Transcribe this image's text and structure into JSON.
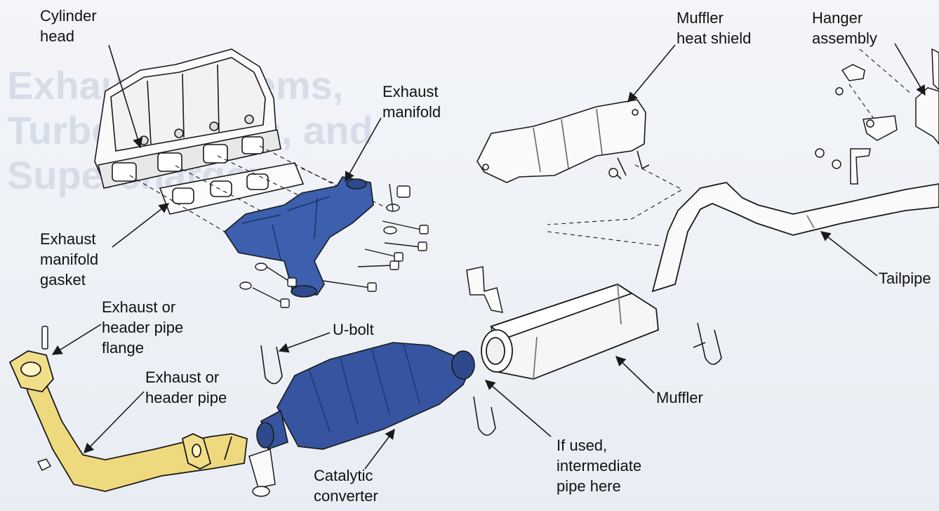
{
  "labels": {
    "cylinder_head": "Cylinder\nhead",
    "exhaust_manifold": "Exhaust\nmanifold",
    "exhaust_manifold_gasket": "Exhaust\nmanifold\ngasket",
    "exhaust_header_pipe_flange": "Exhaust or\nheader pipe\nflange",
    "exhaust_header_pipe": "Exhaust or\nheader pipe",
    "u_bolt": "U-bolt",
    "catalytic_converter": "Catalytic\nconverter",
    "intermediate_pipe": "If used,\nintermediate\npipe here",
    "muffler": "Muffler",
    "muffler_heat_shield": "Muffler\nheat shield",
    "hanger_assembly": "Hanger\nassembly",
    "tailpipe": "Tailpipe"
  },
  "colors": {
    "manifold": "#3c5fae",
    "converter": "#36549f",
    "header_pipe": "#efd97e",
    "line": "#1a1a1a"
  }
}
